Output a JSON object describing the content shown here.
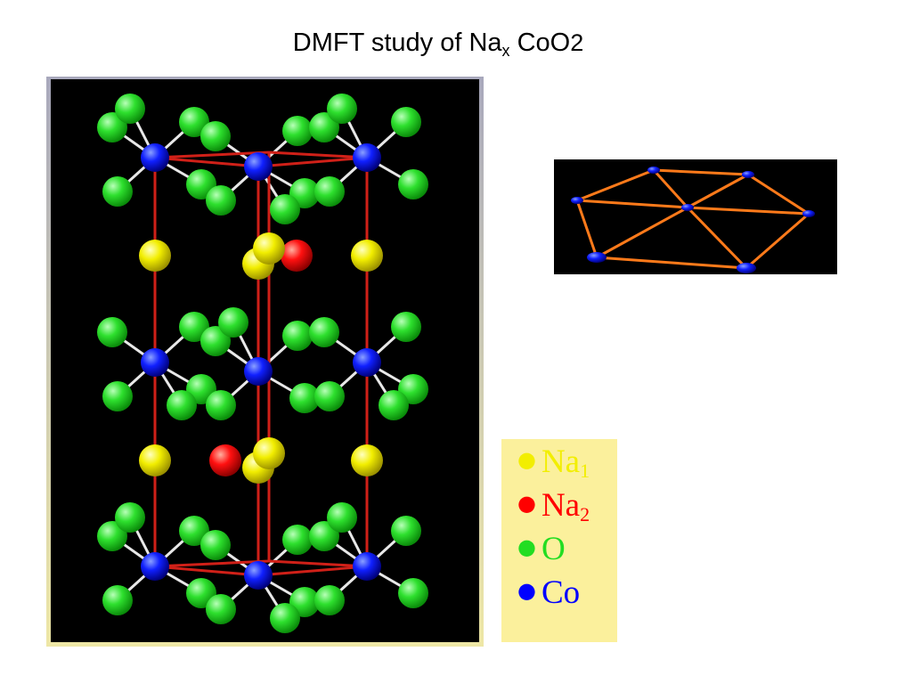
{
  "title": {
    "text": "DMFT study of Na",
    "subscript": "x",
    "tail": " CoO",
    "tail2": "2"
  },
  "legend": [
    {
      "symbol": "●",
      "base": "Na",
      "sub": "1",
      "color": "#f2ee00"
    },
    {
      "symbol": "●",
      "base": "Na",
      "sub": "2",
      "color": "#ff0000"
    },
    {
      "symbol": "●",
      "base": "O",
      "sub": "",
      "color": "#22dd22"
    },
    {
      "symbol": "●",
      "base": "Co",
      "sub": "",
      "color": "#0000ff"
    }
  ],
  "colors": {
    "sodium1": "#f2ee00",
    "sodium2": "#ff0000",
    "oxygen": "#22dd22",
    "cobalt": "#0a12ff",
    "bond": "#e8e8e8",
    "cell_edge": "#d02018",
    "triangular_lattice_bond": "#ff7a1a",
    "crystal_background": "#000000"
  }
}
